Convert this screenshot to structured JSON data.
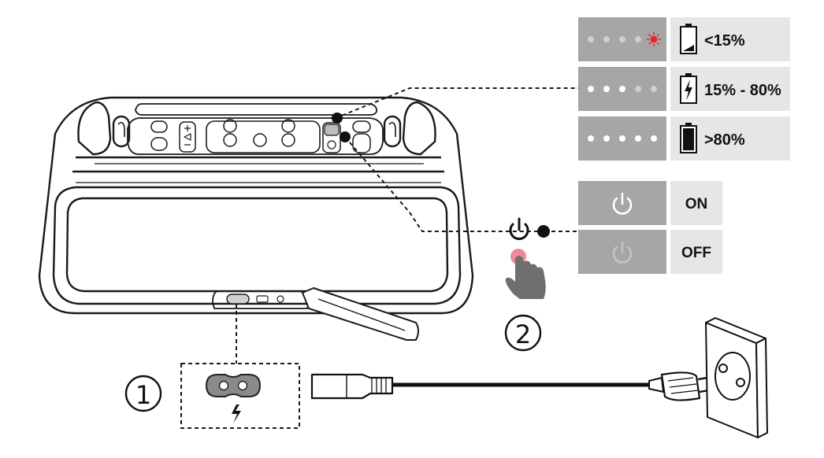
{
  "battery_table": {
    "rows": [
      {
        "leds": 5,
        "lit": 0,
        "red_blink": true,
        "level": "low",
        "label": "<15%"
      },
      {
        "leds": 5,
        "lit": 3,
        "red_blink": false,
        "level": "charge",
        "label": "15% - 80%"
      },
      {
        "leds": 5,
        "lit": 5,
        "red_blink": false,
        "level": "full",
        "label": ">80%"
      }
    ]
  },
  "power_table": {
    "rows": [
      {
        "state": "on",
        "label": "ON",
        "icon": "power-icon"
      },
      {
        "state": "off",
        "label": "OFF",
        "icon": "power-icon"
      }
    ]
  },
  "steps": {
    "step1": "1",
    "step2": "2"
  },
  "colors": {
    "cell_dark": "#a6a6a6",
    "cell_light": "#e6e6e6",
    "led_red": "#e8262a",
    "press_dot": "#f08a96",
    "outline": "#1a1a1a",
    "hand": "#6f6f6f"
  },
  "icons": [
    "power-icon",
    "battery-icon",
    "lightning-icon",
    "hand-press-icon",
    "ac-socket-icon",
    "power-plug-icon",
    "wall-outlet-icon"
  ]
}
